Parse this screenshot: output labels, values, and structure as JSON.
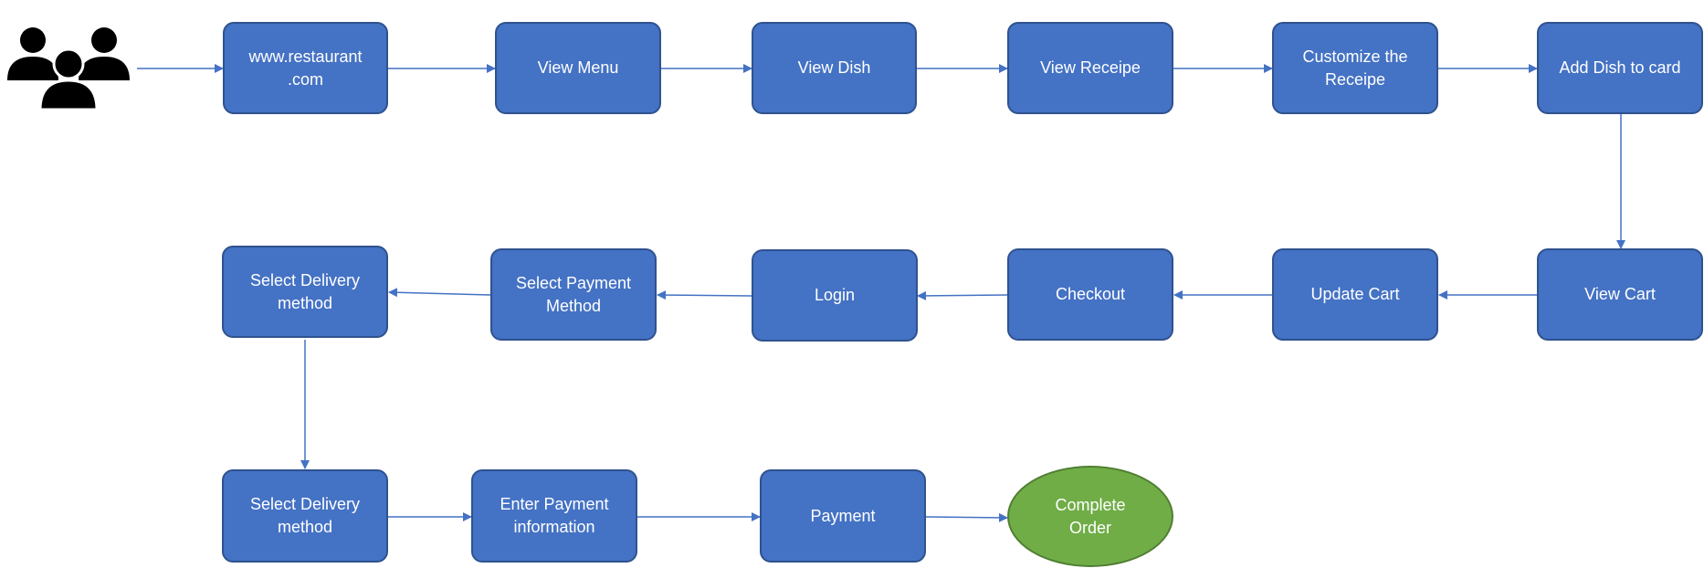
{
  "diagram": {
    "actor_icon": "users-group-icon",
    "colors": {
      "process_fill": "#4472c4",
      "process_border": "#2f528f",
      "end_fill": "#70ad47",
      "end_border": "#507e32",
      "connector": "#4472c4",
      "text": "#ffffff"
    },
    "nodes": {
      "website": "www.restaurant\n.com",
      "view_menu": "View Menu",
      "view_dish": "View Dish",
      "view_receipe": "View Receipe",
      "customize_receipe": "Customize the\nReceipe",
      "add_dish": "Add Dish to card",
      "view_cart": "View Cart",
      "update_cart": "Update Cart",
      "checkout": "Checkout",
      "login": "Login",
      "select_payment_method": "Select Payment\nMethod",
      "select_delivery_method_1": "Select Delivery\nmethod",
      "select_delivery_method_2": "Select Delivery\nmethod",
      "enter_payment_info": "Enter Payment\ninformation",
      "payment": "Payment",
      "complete_order": "Complete\nOrder"
    }
  }
}
